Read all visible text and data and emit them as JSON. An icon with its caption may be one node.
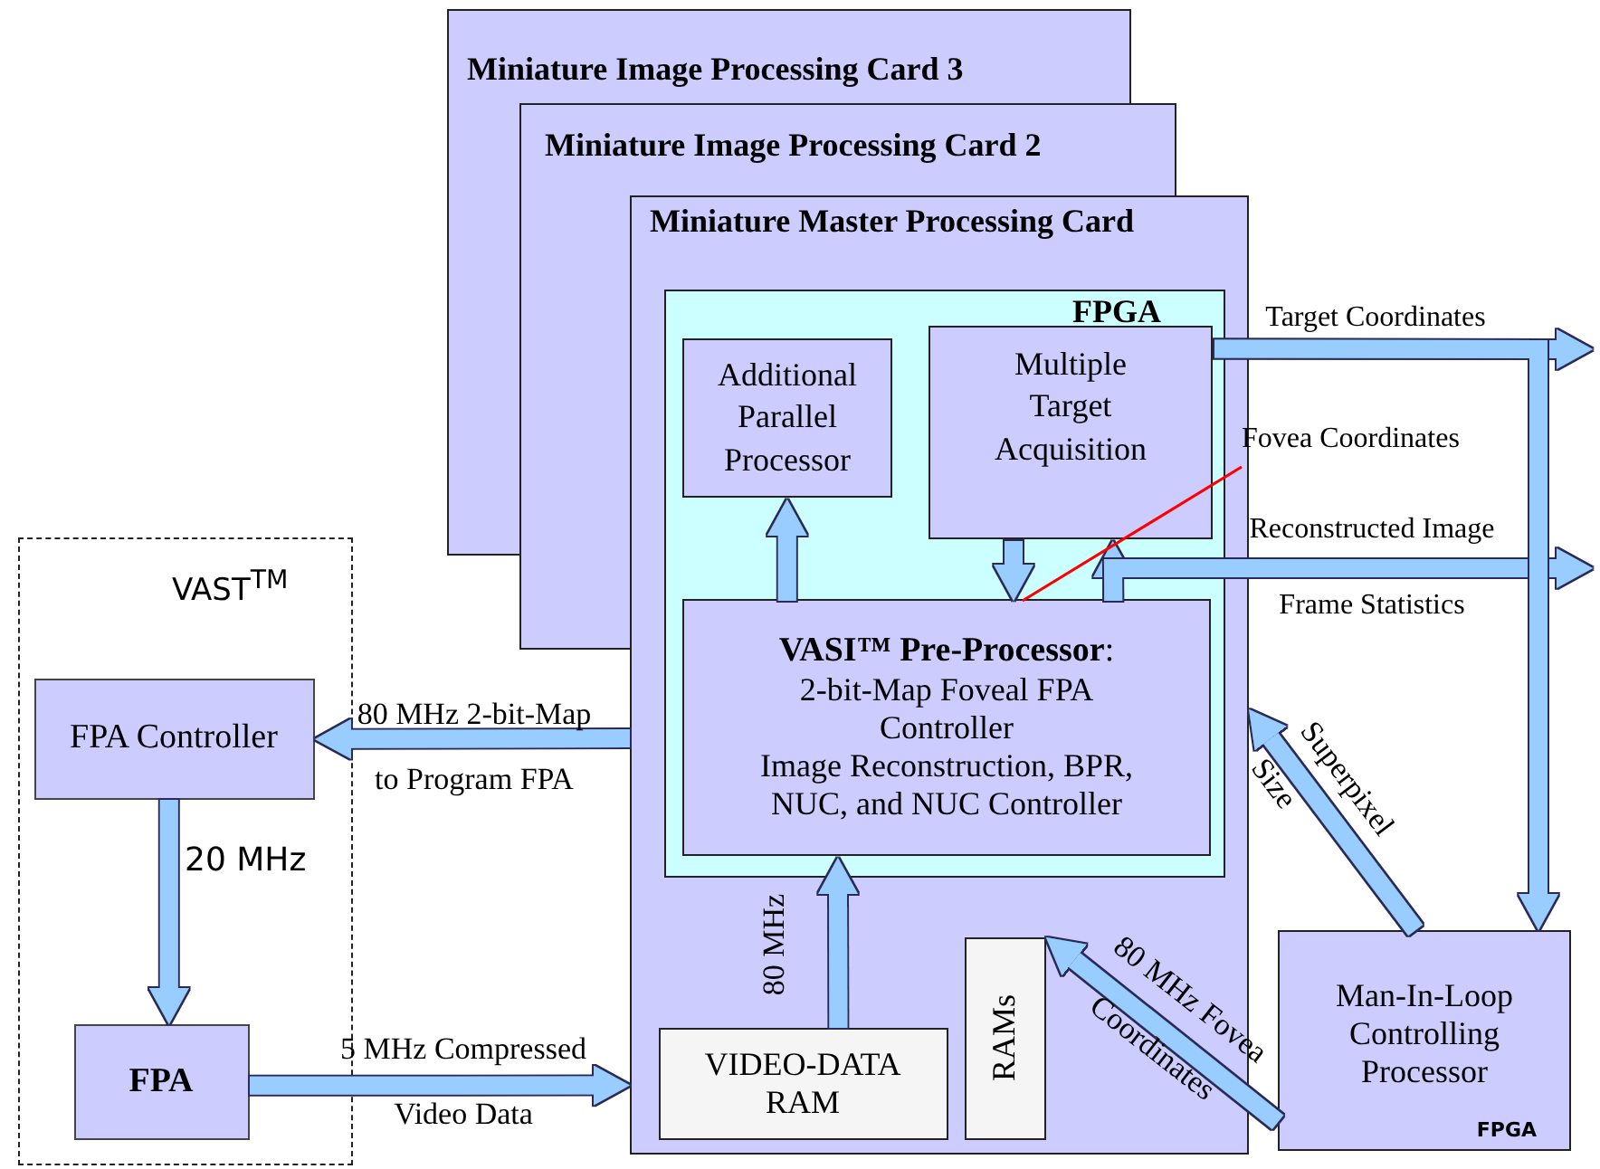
{
  "diagram": {
    "nodes": [
      {
        "text": [
          "Miniature Image Processing Card 3"
        ]
      },
      {
        "text": [
          "Miniature Image Processing Card 2"
        ]
      },
      {
        "text": [
          "Miniature Master Processing Card"
        ]
      },
      {
        "text": [
          "FPGA"
        ],
        "in": 2
      },
      {
        "text": [
          "Additional Parallel Processor"
        ],
        "in": 3
      },
      {
        "text": [
          "Multiple Target Acquisition"
        ],
        "in": 3
      },
      {
        "text": [
          "**VASI™ Pre-Processor**:",
          "2-bit-Map Foveal FPA Controller",
          "Image Reconstruction, BPR, NUC, and NUC Controller"
        ],
        "in": 3
      },
      {
        "text": [
          "VIDEO-DATA RAM"
        ],
        "in": 2
      },
      {
        "text": [
          "RAMs"
        ],
        "in": 2
      },
      {
        "text": [
          "VAST$^{TM}$"
        ]
      },
      {
        "text": [
          "FPA Controller"
        ],
        "in": 9
      },
      {
        "text": [
          "FPA"
        ],
        "in": 9
      },
      {
        "text": [
          "Man-In-Loop Controlling Processor",
          "FPGA"
        ]
      },
      {
        "text": [
          "Fovea Coordinates"
        ]
      }
    ],
    "edges": [
      {
        "from": 2,
        "to": 10,
        "arrow": "to",
        "label": "80 MHz 2-bit-Map to Program FPA"
      },
      {
        "from": 10,
        "to": 11,
        "arrow": "to",
        "label": "20 MHz"
      },
      {
        "from": 11,
        "to": 2,
        "arrow": "to",
        "label": "5 MHz Compressed Video Data"
      },
      {
        "from": 7,
        "to": 6,
        "arrow": "to",
        "label": "80 MHz"
      },
      {
        "from": 6,
        "to": 4,
        "arrow": "to"
      },
      {
        "from": 5,
        "to": 6,
        "arrow": "to"
      },
      {
        "from": 6,
        "to": 5,
        "arrow": "to"
      },
      {
        "from": 6,
        "to": null,
        "arrow": "to",
        "label": "Reconstructed Image Frame Statistics"
      },
      {
        "from": 5,
        "to": null,
        "arrow": "to",
        "label": "Target Coordinates"
      },
      {
        "from": 5,
        "to": 12,
        "arrow": "to"
      },
      {
        "from": 13,
        "to": 6,
        "arrow": "none",
        "color": "#ff0000"
      },
      {
        "from": 12,
        "to": 2,
        "arrow": "to",
        "label": "Superpixel Size"
      },
      {
        "from": 12,
        "to": 8,
        "arrow": "to",
        "label": "80 MHz Fovea Coordinates"
      }
    ]
  }
}
